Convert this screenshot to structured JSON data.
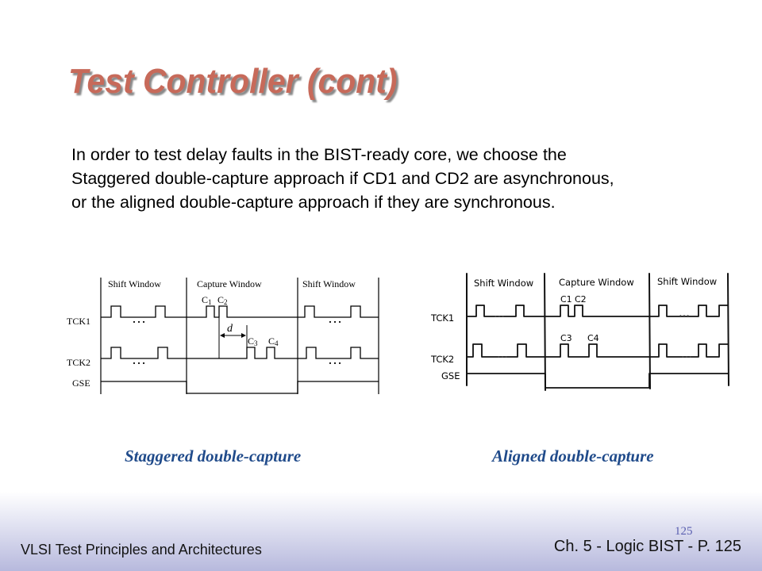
{
  "slide": {
    "title": "Test Controller (cont)",
    "body_lines": [
      "In order to test delay faults in the BIST-ready core, we choose the",
      "Staggered double-capture approach if CD1 and CD2 are asynchronous,",
      "or the aligned double-capture approach if they are synchronous."
    ],
    "page_mark": "125"
  },
  "staggered": {
    "caption": "Staggered double-capture",
    "windows": [
      "Shift Window",
      "Capture Window",
      "Shift Window"
    ],
    "signals": [
      "TCK1",
      "TCK2",
      "GSE"
    ],
    "pulse_labels": [
      "C",
      "1",
      "C",
      "2",
      "C",
      "3",
      "C",
      "4"
    ],
    "delay_label": "d",
    "ellipsis": "…"
  },
  "aligned": {
    "caption": "Aligned double-capture",
    "windows": [
      "Shift Window",
      "Capture Window",
      "Shift Window"
    ],
    "signals": [
      "TCK1",
      "TCK2",
      "GSE"
    ],
    "pulse_labels": [
      "C1",
      "C2",
      "C3",
      "C4"
    ],
    "ellipsis": "…"
  },
  "footer": {
    "left": "VLSI Test Principles and Architectures",
    "right_prefix": "Ch. 5 - Logic BIST - P.",
    "right_page": "125"
  }
}
